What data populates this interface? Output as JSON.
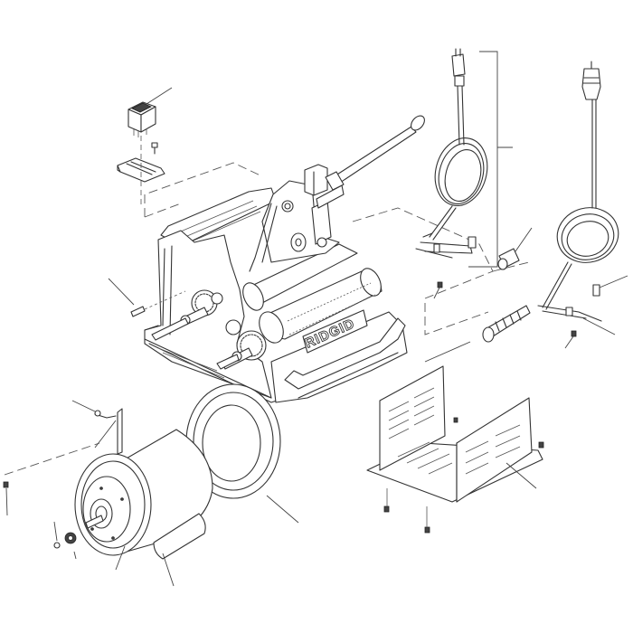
{
  "diagram": {
    "type": "exploded-parts-diagram",
    "subject": "pipe threading machine with motor, guard and power cords",
    "brand_label": "RIDGID",
    "line_color": "#333333",
    "background": "#ffffff",
    "parts": [
      {
        "id": "rocker-switch",
        "label": ""
      },
      {
        "id": "switch-bracket",
        "label": ""
      },
      {
        "id": "switch-screw",
        "label": ""
      },
      {
        "id": "main-body",
        "label": ""
      },
      {
        "id": "carriage-lever",
        "label": ""
      },
      {
        "id": "drive-gears",
        "label": ""
      },
      {
        "id": "power-cord-us",
        "label": ""
      },
      {
        "id": "power-cord-eu",
        "label": ""
      },
      {
        "id": "strain-relief-us",
        "label": ""
      },
      {
        "id": "strain-relief-eu",
        "label": ""
      },
      {
        "id": "motor",
        "label": ""
      },
      {
        "id": "motor-gasket-ring",
        "label": ""
      },
      {
        "id": "motor-capacitor",
        "label": ""
      },
      {
        "id": "pinion-gear",
        "label": ""
      },
      {
        "id": "retaining-ring",
        "label": ""
      },
      {
        "id": "motor-guard",
        "label": ""
      },
      {
        "id": "guard-screws",
        "label": ""
      }
    ]
  }
}
